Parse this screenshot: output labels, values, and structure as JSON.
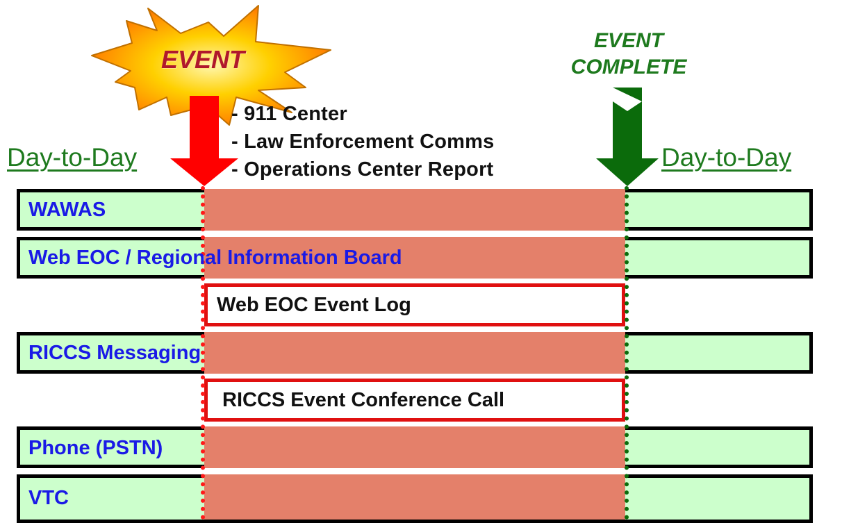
{
  "event_burst": {
    "label": "EVENT"
  },
  "event_complete": {
    "line1": "EVENT",
    "line2": "COMPLETE"
  },
  "day_to_day": {
    "left": "Day-to-Day",
    "right": "Day-to-Day"
  },
  "sources": [
    "- 911 Center",
    "- Law Enforcement Comms",
    "- Operations Center Report"
  ],
  "channels": [
    {
      "label": "WAWAS"
    },
    {
      "label": "Web EOC / Regional Information Board"
    },
    {
      "label": "RICCS Messaging"
    },
    {
      "label": "Phone (PSTN)"
    },
    {
      "label": "VTC"
    }
  ],
  "event_only": [
    {
      "label": "Web EOC Event Log"
    },
    {
      "label": "RICCS Event Conference Call"
    }
  ],
  "colors": {
    "day_to_day_fill": "#ccffcc",
    "event_window_fill": "#e4806a",
    "event_arrow": "#ff0000",
    "complete_arrow": "#0b6b0b",
    "channel_label": "#1a1ae6",
    "heading_green": "#1e7a1e"
  }
}
